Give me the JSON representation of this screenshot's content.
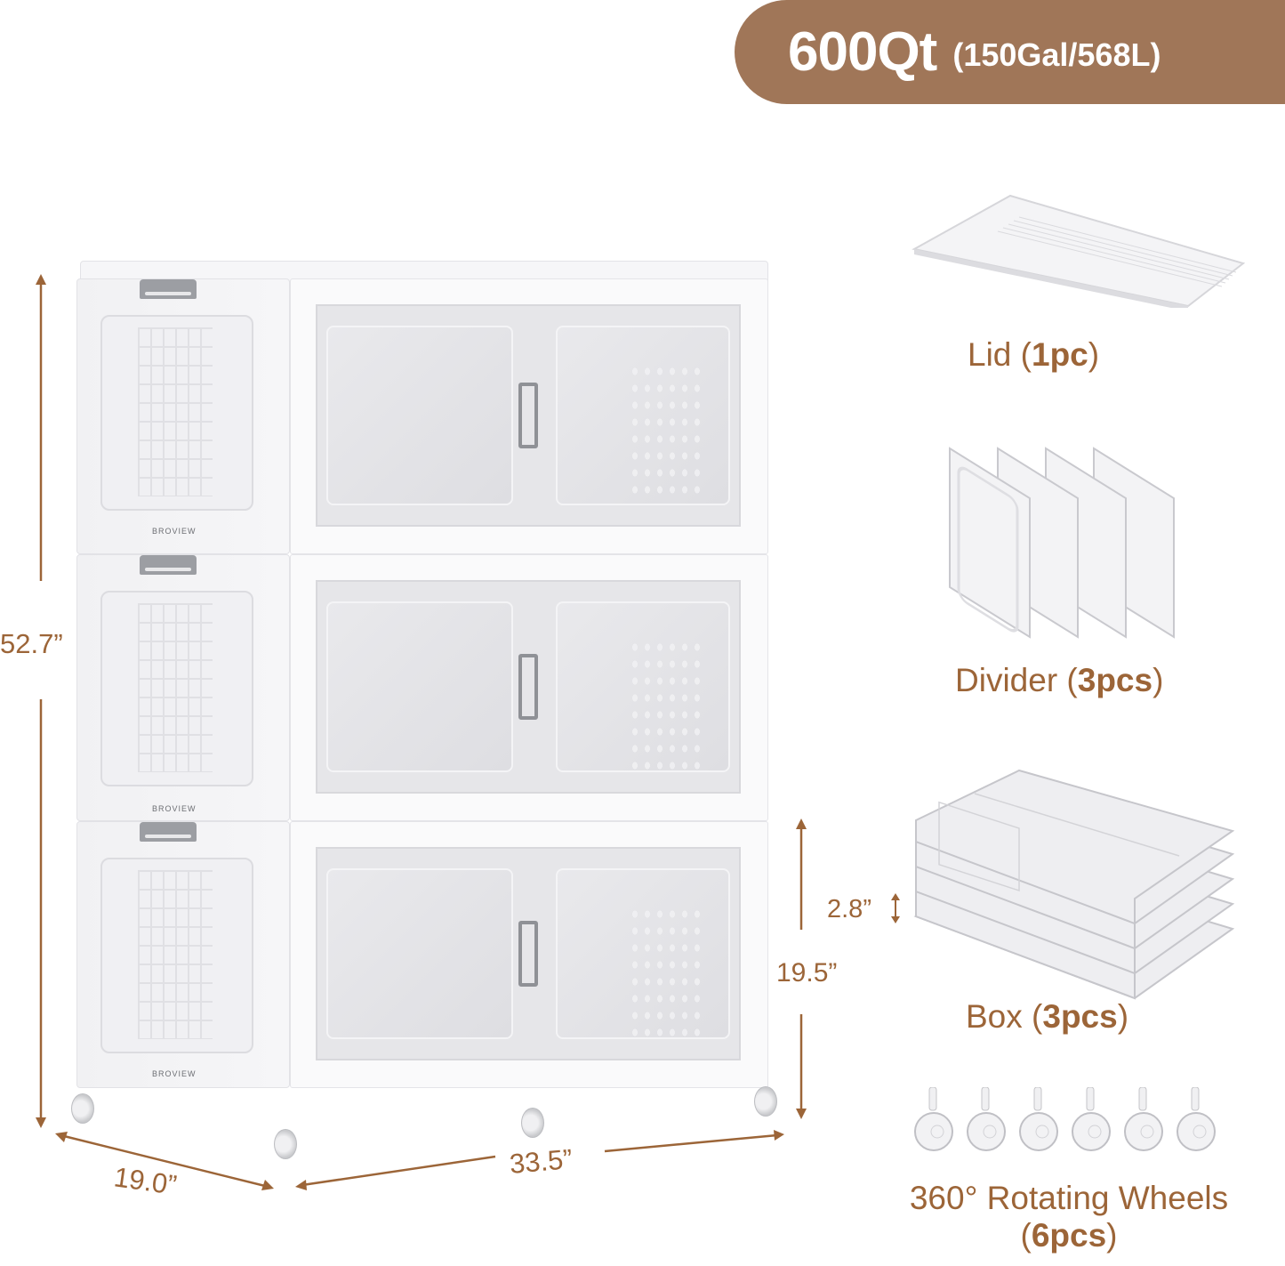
{
  "capacity": {
    "primary": "600Qt",
    "secondary": "(150Gal/568L)",
    "badge_color": "#A07658"
  },
  "product": {
    "brand": "BROVIEW",
    "tiers": 3,
    "dimensions": {
      "total_height": "52.7”",
      "depth": "19.0”",
      "width": "33.5”",
      "box_height": "19.5”",
      "folded_thickness": "2.8”"
    },
    "accent_color": "#9C6538"
  },
  "accessories": [
    {
      "name": "Lid",
      "qty": "1pc",
      "icon": "lid-icon"
    },
    {
      "name": "Divider",
      "qty": "3pcs",
      "icon": "divider-icon"
    },
    {
      "name": "Box",
      "qty": "3pcs",
      "icon": "folded-box-icon"
    },
    {
      "name": "360° Rotating Wheels",
      "qty": "6pcs",
      "icon": "caster-wheel-icon"
    }
  ]
}
